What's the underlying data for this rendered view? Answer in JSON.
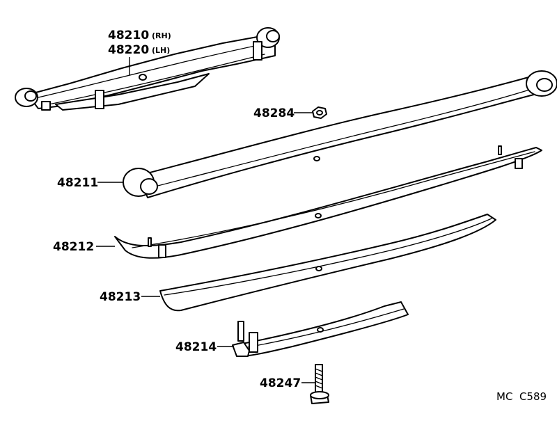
{
  "labels": {
    "assy_rh_number": "48210",
    "assy_rh_side": "(RH)",
    "assy_lh_number": "48220",
    "assy_lh_side": "(LH)",
    "no1_leaf": "48211",
    "no2_leaf": "48212",
    "no3_leaf": "48213",
    "no4_leaf": "48214",
    "clip_nut": "48284",
    "center_bolt": "48247"
  },
  "diagram_code": "MC  C589"
}
